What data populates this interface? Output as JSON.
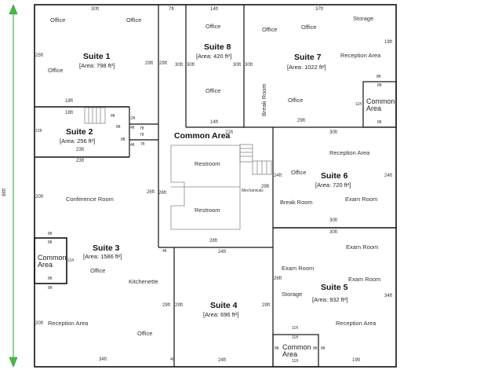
{
  "overall": {
    "height_label": "88ft",
    "line_color": "#111111",
    "accent_green": "#3fbf3f"
  },
  "suites": [
    {
      "id": "1",
      "name": "Suite 1",
      "area": "[Area: 798 ft²]"
    },
    {
      "id": "2",
      "name": "Suite 2",
      "area": "[Area: 256 ft²]"
    },
    {
      "id": "3",
      "name": "Suite 3",
      "area": "[Area: 1586 ft²]"
    },
    {
      "id": "4",
      "name": "Suite 4",
      "area": "[Area: 696 ft²]"
    },
    {
      "id": "5",
      "name": "Suite 5",
      "area": "[Area: 932 ft²]"
    },
    {
      "id": "6",
      "name": "Suite 6",
      "area": "[Area: 720 ft²]"
    },
    {
      "id": "7",
      "name": "Suite 7",
      "area": "[Area: 1022 ft²]"
    },
    {
      "id": "8",
      "name": "Suite 8",
      "area": "[Area: 420 ft²]"
    }
  ],
  "common": {
    "main": "Common Area",
    "small": "Common Area"
  },
  "rooms": {
    "office": "Office",
    "storage": "Storage",
    "reception_area": "Reception Area",
    "break_room": "Break Room",
    "conference_room": "Conference Room",
    "restroom": "Restroom",
    "kitchenette": "Kitchenette",
    "exam_room": "Exam Room",
    "mechanicals": "Mechanicals"
  },
  "dims": {
    "d30": "30ft",
    "d25": "25ft",
    "d29": "29ft",
    "d7": "7ft",
    "d14": "14ft",
    "d37": "37ft",
    "d19": "19ft",
    "d18": "18ft",
    "d12": "12ft",
    "d4": "4ft",
    "d8": "8ft",
    "d11": "11ft",
    "d23": "23ft",
    "d21": "21ft",
    "d24": "24ft",
    "d20": "20ft",
    "d26": "26ft",
    "d28": "28ft",
    "d34": "34ft"
  }
}
